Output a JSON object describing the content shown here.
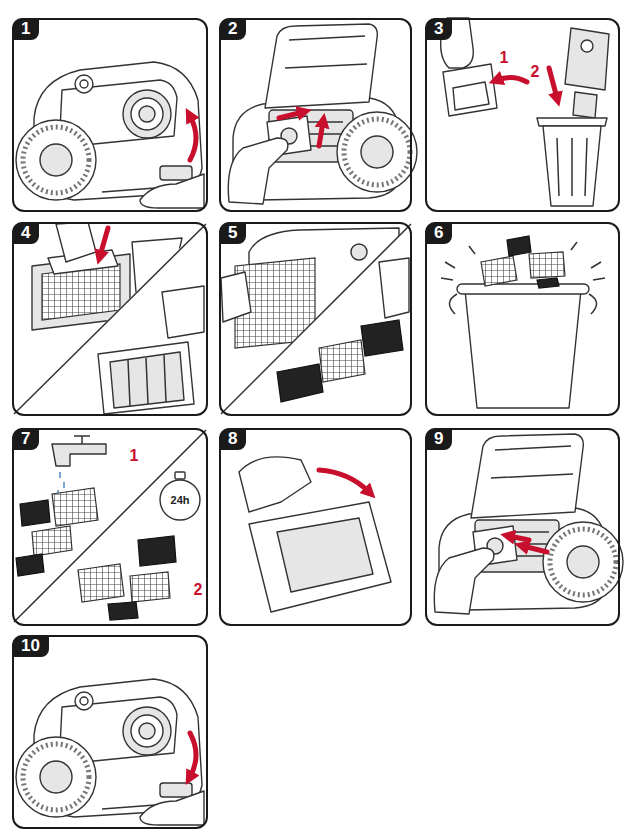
{
  "diagram": {
    "nodes": [
      {
        "text": [
          "1"
        ]
      },
      {
        "text": [
          "2"
        ]
      },
      {
        "text": [
          "3"
        ]
      },
      {
        "text": [
          "4"
        ]
      },
      {
        "text": [
          "5"
        ]
      },
      {
        "text": [
          "6"
        ]
      },
      {
        "text": [
          "7"
        ]
      },
      {
        "text": [
          "8"
        ]
      },
      {
        "text": [
          "9"
        ]
      },
      {
        "text": [
          "10"
        ]
      }
    ],
    "labels": [
      "1",
      "2",
      "1",
      "2",
      "24h"
    ]
  }
}
